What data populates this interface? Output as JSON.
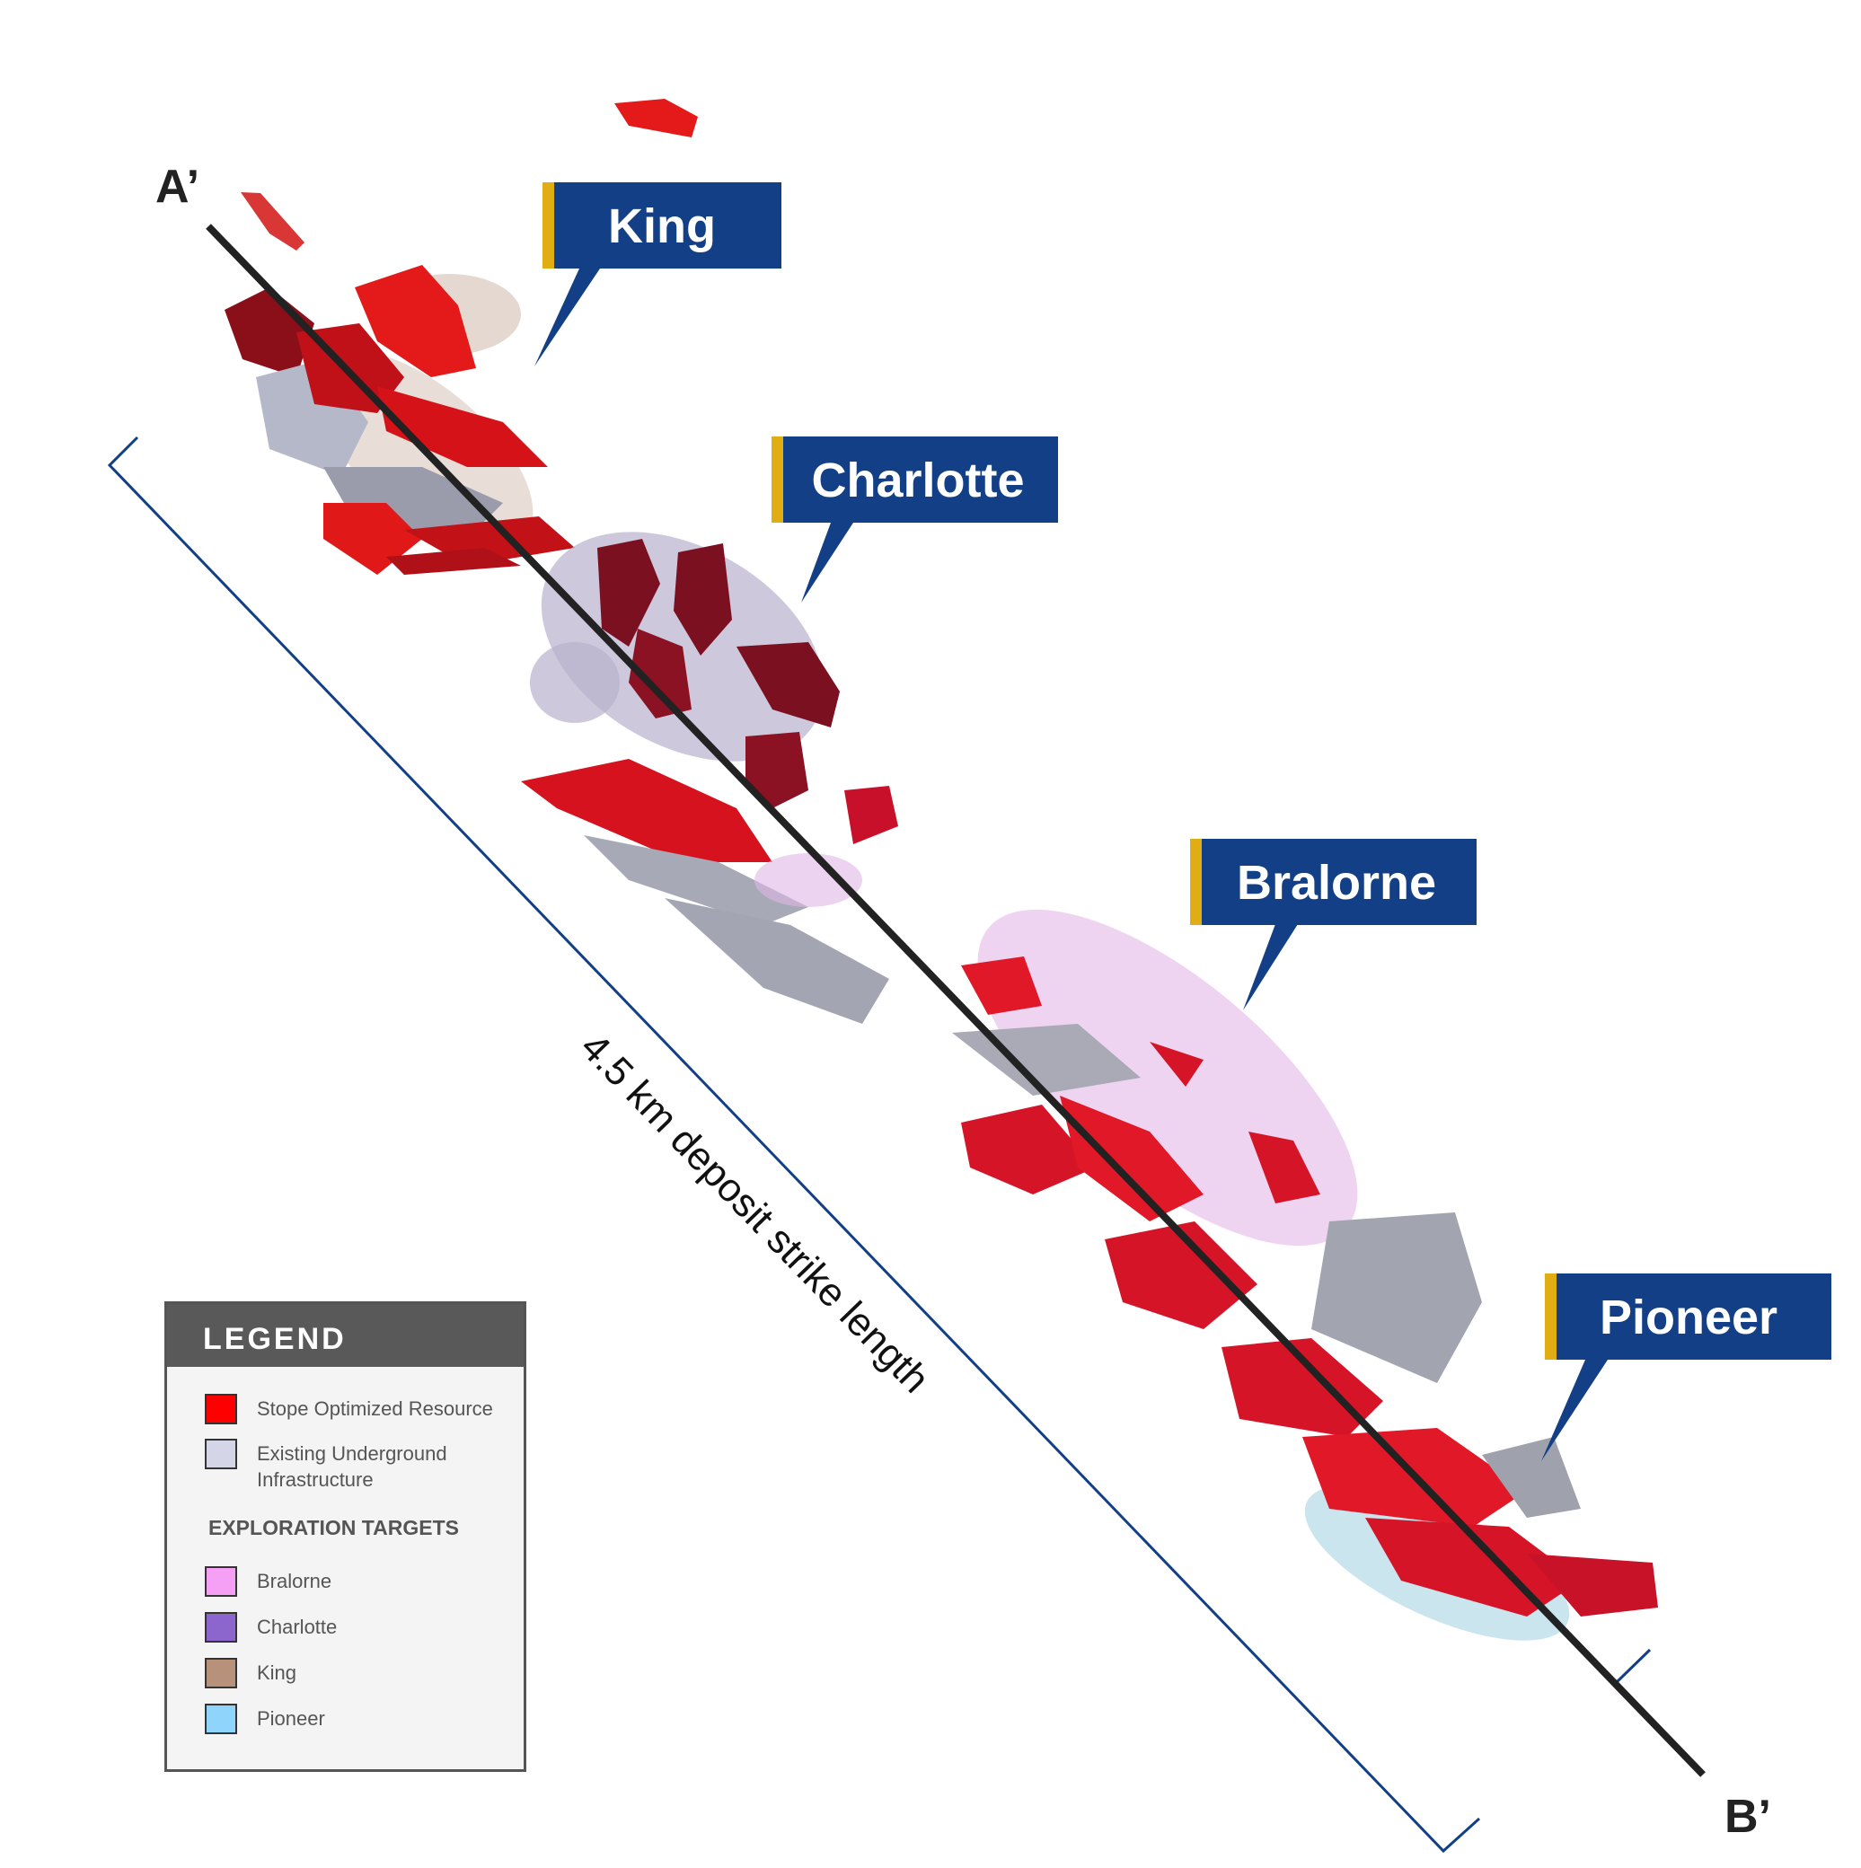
{
  "section_labels": {
    "start": "A’",
    "end": "B’"
  },
  "strike_length_label": "4.5 km deposit strike length",
  "callouts": [
    {
      "label": "King"
    },
    {
      "label": "Charlotte"
    },
    {
      "label": "Bralorne"
    },
    {
      "label": "Pioneer"
    }
  ],
  "legend": {
    "title": "LEGEND",
    "items": [
      {
        "label": "Stope Optimized Resource",
        "color": "#ff0000"
      },
      {
        "label_line1": "Existing Underground",
        "label_line2": "Infrastructure",
        "color": "#d5d5e8"
      }
    ],
    "section_title": "EXPLORATION TARGETS",
    "targets": [
      {
        "label": "Bralorne",
        "color": "#f59ff5"
      },
      {
        "label": "Charlotte",
        "color": "#8c66cc"
      },
      {
        "label": "King",
        "color": "#b8917a"
      },
      {
        "label": "Pioneer",
        "color": "#8fd4fa"
      }
    ]
  },
  "colors": {
    "callout_bg": "#123f86",
    "callout_accent": "#e0ad12",
    "bracket": "#123f86",
    "section_line": "#222222"
  }
}
